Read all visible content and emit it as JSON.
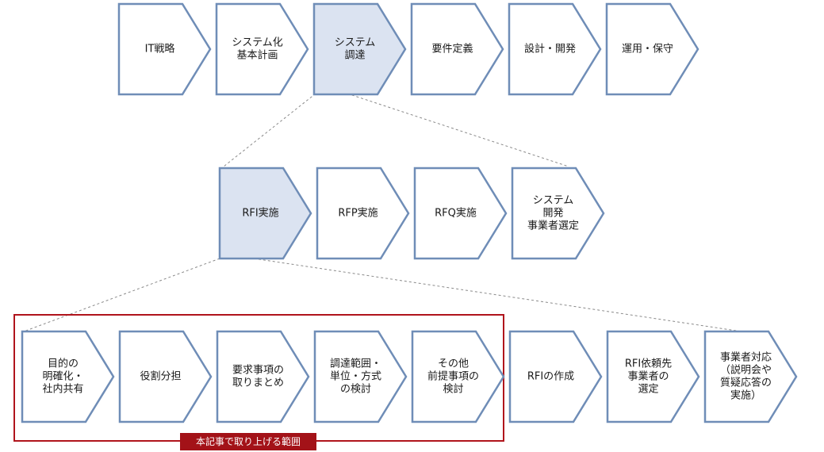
{
  "colors": {
    "outline": "#6f8db7",
    "highlight_fill": "#dbe3f1",
    "scope_red": "#b0141c"
  },
  "rows": [
    {
      "steps": [
        {
          "lines": [
            "IT戦略"
          ]
        },
        {
          "lines": [
            "システム化",
            "基本計画"
          ]
        },
        {
          "lines": [
            "システム",
            "調達"
          ],
          "highlight": true
        },
        {
          "lines": [
            "要件定義"
          ]
        },
        {
          "lines": [
            "設計・開発"
          ]
        },
        {
          "lines": [
            "運用・保守"
          ]
        }
      ]
    },
    {
      "steps": [
        {
          "lines": [
            "RFI実施"
          ],
          "highlight": true
        },
        {
          "lines": [
            "RFP実施"
          ]
        },
        {
          "lines": [
            "RFQ実施"
          ]
        },
        {
          "lines": [
            "システム",
            "開発",
            "事業者選定"
          ]
        }
      ]
    },
    {
      "steps": [
        {
          "lines": [
            "目的の",
            "明確化・",
            "社内共有"
          ]
        },
        {
          "lines": [
            "役割分担"
          ]
        },
        {
          "lines": [
            "要求事項の",
            "取りまとめ"
          ]
        },
        {
          "lines": [
            "調達範囲・",
            "単位・方式",
            "の検討"
          ]
        },
        {
          "lines": [
            "その他",
            "前提事項の",
            "検討"
          ]
        },
        {
          "lines": [
            "RFIの作成"
          ]
        },
        {
          "lines": [
            "RFI依頼先",
            "事業者の",
            "選定"
          ]
        },
        {
          "lines": [
            "事業者対応",
            "（説明会や",
            "質疑応答の",
            "実施）"
          ]
        }
      ]
    }
  ],
  "scope_label": "本記事で取り上げる範囲"
}
